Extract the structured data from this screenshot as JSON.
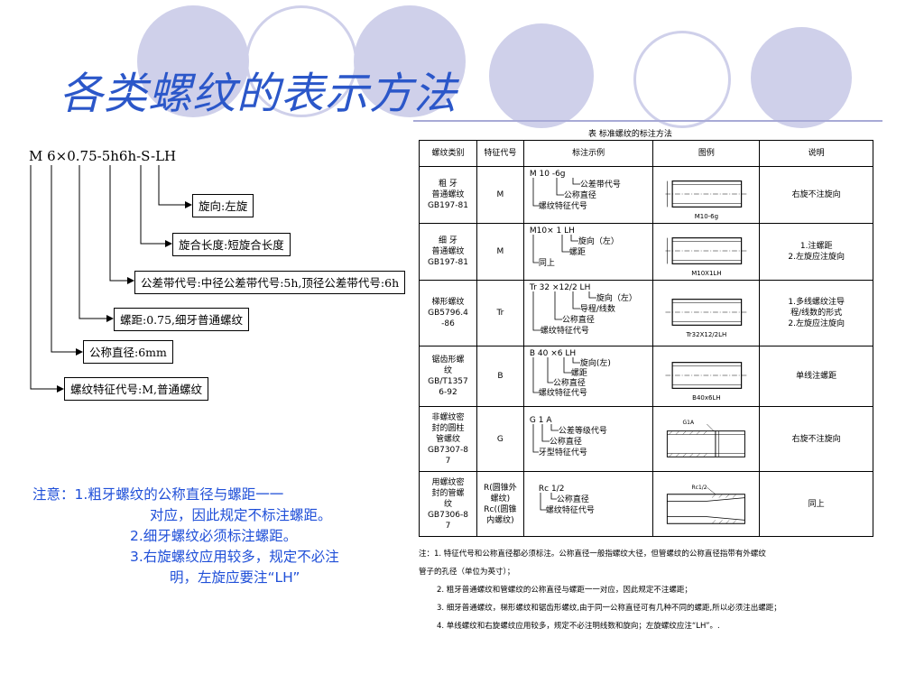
{
  "title": "各类螺纹的表示方法",
  "formula": "M 6×0.75-5h6h-S-LH",
  "labels": [
    "旋向:左旋",
    "旋合长度:短旋合长度",
    "公差带代号:中径公差带代号:5h,顶径公差带代号:6h",
    "螺距:0.75,细牙普通螺纹",
    "公称直径:6mm",
    "螺纹特征代号:M,普通螺纹"
  ],
  "note": {
    "l1": "注意：1.粗牙螺纹的公称直径与螺距一一",
    "l2": "对应，因此规定不标注螺距。",
    "l3": "2.细牙螺纹必须标注螺距。",
    "l4": "3.右旋螺纹应用较多，规定不必注",
    "l5": "明，左旋应要注“LH”"
  },
  "table": {
    "caption": "表   标准螺纹的标注方法",
    "headers": [
      "螺纹类别",
      "特征代号",
      "标注示例",
      "图例",
      "说明"
    ],
    "rows": [
      {
        "type": [
          "粗  牙",
          "普通螺纹",
          "GB197-81"
        ],
        "code": "M",
        "example": [
          "M  10 -6g",
          "公差带代号",
          "公称直径",
          "螺纹特征代号"
        ],
        "fig_label": "M10-6g",
        "desc": [
          "右旋不注旋向"
        ]
      },
      {
        "type": [
          "细  牙",
          "普通螺纹",
          "GB197-81"
        ],
        "code": "M",
        "example": [
          "M10× 1 LH",
          "旋向（左）",
          "螺距",
          "同上"
        ],
        "fig_label": "M10X1LH",
        "desc": [
          "1.注螺距",
          "2.左旋应注旋向"
        ]
      },
      {
        "type": [
          "梯形螺纹",
          "GB5796.4",
          "-86"
        ],
        "code": "Tr",
        "example": [
          "Tr 32  ×12/2 LH",
          "旋向（左）",
          "导程/线数",
          "公称直径",
          "螺纹特征代号"
        ],
        "fig_label": "Tr32X12/2LH",
        "desc": [
          "1.多线螺纹注导",
          "程/线数的形式",
          "2.左旋应注旋向"
        ]
      },
      {
        "type": [
          "锯齿形螺",
          "纹",
          "GB/T1357",
          "6-92"
        ],
        "code": "B",
        "example": [
          "B 40  ×6 LH",
          "旋向(左)",
          "螺距",
          "公称直径",
          "螺纹特征代号"
        ],
        "fig_label": "B40x6LH",
        "desc": [
          "单线注螺距"
        ]
      },
      {
        "type": [
          "非螺纹密",
          "封的圆柱",
          "管螺纹",
          "GB7307-8",
          "7"
        ],
        "code": "G",
        "example": [
          "G 1 A",
          "公差等级代号",
          "公称直径",
          "牙型特征代号"
        ],
        "fig_label": "G1A",
        "desc": [
          "右旋不注旋向"
        ]
      },
      {
        "type": [
          "用螺纹密",
          "封的管螺",
          "纹",
          "GB7306-8",
          "7"
        ],
        "code": [
          "R(圆锥外",
          "螺纹)",
          "Rc((圆锥",
          "内螺纹)"
        ],
        "example": [
          "Rc 1/2",
          "公称直径",
          "螺纹特征代号"
        ],
        "fig_label": "Rc1/2",
        "desc": [
          "同上"
        ]
      }
    ]
  },
  "footnotes": [
    "注：1. 特征代号和公称直径都必须标注。公称直径一般指螺纹大径，但管螺纹的公称直径指带有外螺纹",
    "管子的孔径（单位为英寸）；",
    "2. 粗牙普通螺纹和管螺纹的公称直径与螺距一一对应，因此规定不注螺距；",
    "3. 细牙普通螺纹，梯形螺纹和锯齿形螺纹,由于同一公称直径可有几种不同的螺距,所以必须注出螺距；",
    "4. 单线螺纹和右旋螺纹应用较多，规定不必注明线数和旋向；左旋螺纹应注“LH”。."
  ],
  "colors": {
    "title": "#2b57c9",
    "note": "#1f4fd8",
    "decor": "#cfd0ea"
  }
}
